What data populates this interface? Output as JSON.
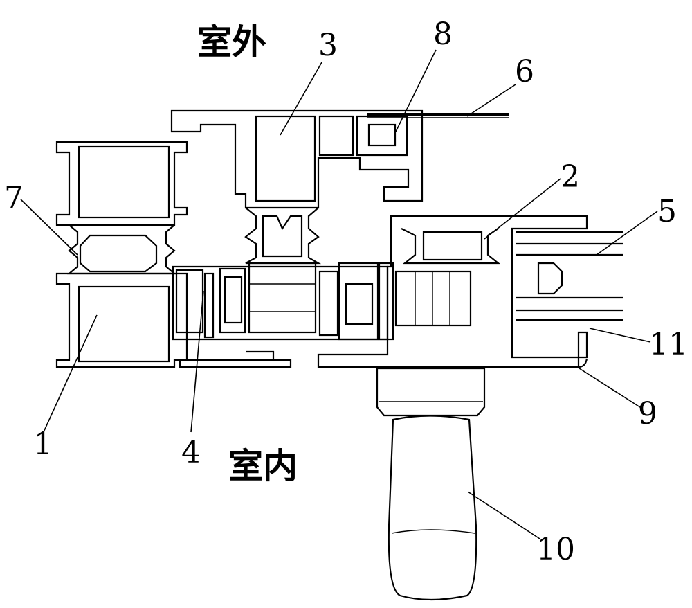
{
  "labels": {
    "outdoor": "室外",
    "indoor": "室内",
    "n1": "1",
    "n2": "2",
    "n3": "3",
    "n4": "4",
    "n5": "5",
    "n6": "6",
    "n7": "7",
    "n8": "8",
    "n9": "9",
    "n10": "10",
    "n11": "11"
  }
}
